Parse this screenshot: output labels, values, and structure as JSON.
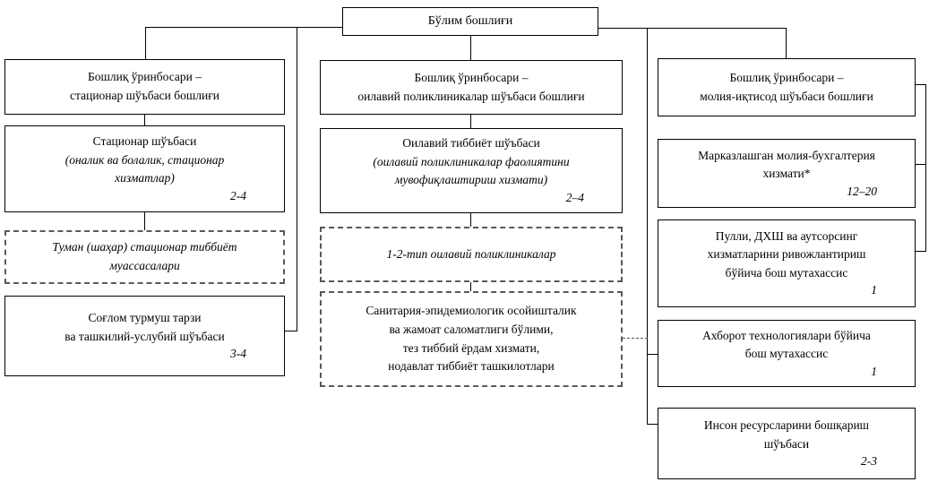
{
  "colors": {
    "background": "#ffffff",
    "solid_border": "#000000",
    "dashed_border": "#595959",
    "text": "#000000"
  },
  "nodes": {
    "department_head": {
      "lines": [
        "Бўлим бошлиғи"
      ]
    },
    "deputy_stationary": {
      "lines": [
        "Бошлиқ ўринбосари –",
        "стационар шўъбаси бошлиғи"
      ]
    },
    "stationary_department": {
      "lines": [
        "Стационар шўъбаси"
      ],
      "italic_lines": [
        "(оналик ва болалик, стационар",
        "хизматлар)"
      ],
      "count": "2-4"
    },
    "district_stationary_institutions": {
      "italic_lines": [
        "Туман (шаҳар) стационар тиббиёт",
        "муассасалари"
      ]
    },
    "healthy_lifestyle_department": {
      "lines": [
        "Соғлом турмуш тарзи",
        "ва ташкилий-услубий шўъбаси"
      ],
      "count": "3-4"
    },
    "deputy_family_polyclinics": {
      "lines": [
        "Бошлиқ ўринбосари –",
        "оилавий поликлиникалар шўъбаси бошлиғи"
      ]
    },
    "family_medicine_department": {
      "lines": [
        "Оилавий тиббиёт шўъбаси"
      ],
      "italic_lines": [
        "(оилавий поликлиникалар фаолиятини",
        "мувофиқлаштириш хизмати)"
      ],
      "count": "2–4"
    },
    "family_polyclinics_types": {
      "italic_lines": [
        "1-2-тип оилавий поликлиникалар"
      ]
    },
    "sanitary_epidemiologic_block": {
      "lines": [
        "Санитария-эпидемиологик осойишталик",
        "ва жамоат саломатлиги бўлими,",
        "тез тиббий ёрдам хизмати,",
        "нодавлат тиббиёт ташкилотлари"
      ]
    },
    "deputy_finance": {
      "lines": [
        "Бошлиқ ўринбосари –",
        "молия-иқтисод шўъбаси бошлиғи"
      ]
    },
    "centralized_accounting": {
      "lines": [
        "Марказлашган молия-бухгалтерия",
        "хизмати*"
      ],
      "count": "12–20"
    },
    "paid_services_specialist": {
      "lines": [
        "Пулли, ДХШ ва аутсорсинг",
        "хизматларини ривожлантириш",
        "бўйича бош мутахассис"
      ],
      "count": "1"
    },
    "it_specialist": {
      "lines": [
        "Ахборот технологиялари бўйича",
        "бош мутахассис"
      ],
      "count": "1"
    },
    "hr_department": {
      "lines": [
        "Инсон ресурсларини бошқариш",
        "шўъбаси"
      ],
      "count": "2-3"
    }
  }
}
